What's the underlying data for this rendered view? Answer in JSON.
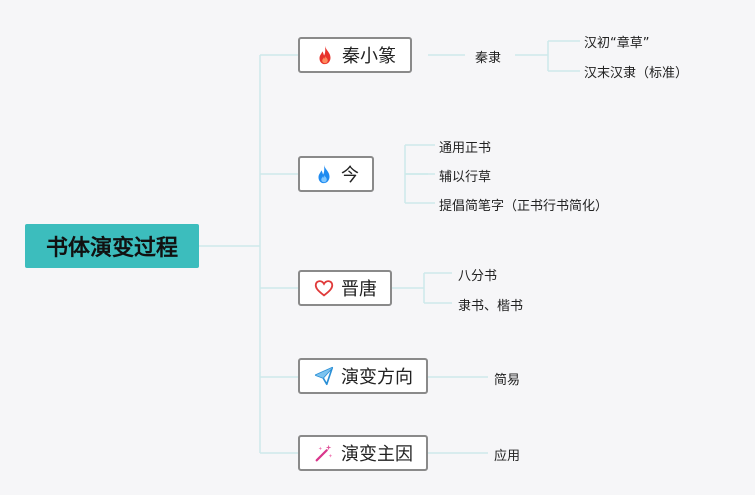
{
  "root": {
    "label": "书体演变过程"
  },
  "branches": [
    {
      "label": "秦小篆",
      "icon": "fire-icon",
      "children": [
        {
          "label": "秦隶",
          "children": [
            {
              "label": "汉初“章草”"
            },
            {
              "label": "汉末汉隶（标准）"
            }
          ]
        }
      ]
    },
    {
      "label": "今",
      "icon": "blue-flame-icon",
      "children": [
        {
          "label": "通用正书"
        },
        {
          "label": "辅以行草"
        },
        {
          "label": "提倡简笔字（正书行书简化）"
        }
      ]
    },
    {
      "label": "晋唐",
      "icon": "heart-icon",
      "children": [
        {
          "label": "八分书"
        },
        {
          "label": "隶书、楷书"
        }
      ]
    },
    {
      "label": "演变方向",
      "icon": "paper-plane-icon",
      "children": [
        {
          "label": "简易"
        }
      ]
    },
    {
      "label": "演变主因",
      "icon": "magic-wand-icon",
      "children": [
        {
          "label": "应用"
        }
      ]
    }
  ],
  "colors": {
    "root_fill": "#3cbdbd",
    "connector": "#cde9ea",
    "node_border": "#8a8a8a"
  }
}
